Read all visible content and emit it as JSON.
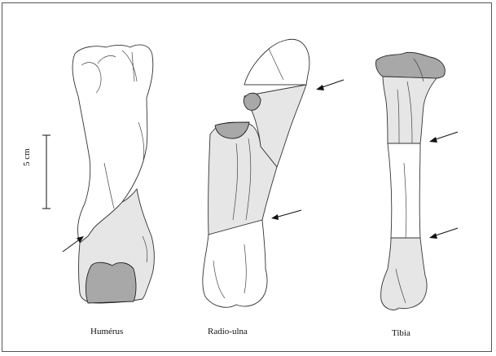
{
  "labels": {
    "humerus": "Humérus",
    "radio_ulna": "Radio-ulna",
    "tibia": "Tibia",
    "scale": "5 cm"
  },
  "colors": {
    "light_shade": "#e6e6e6",
    "dark_shade": "#a8a8a8",
    "outline": "#333333"
  }
}
